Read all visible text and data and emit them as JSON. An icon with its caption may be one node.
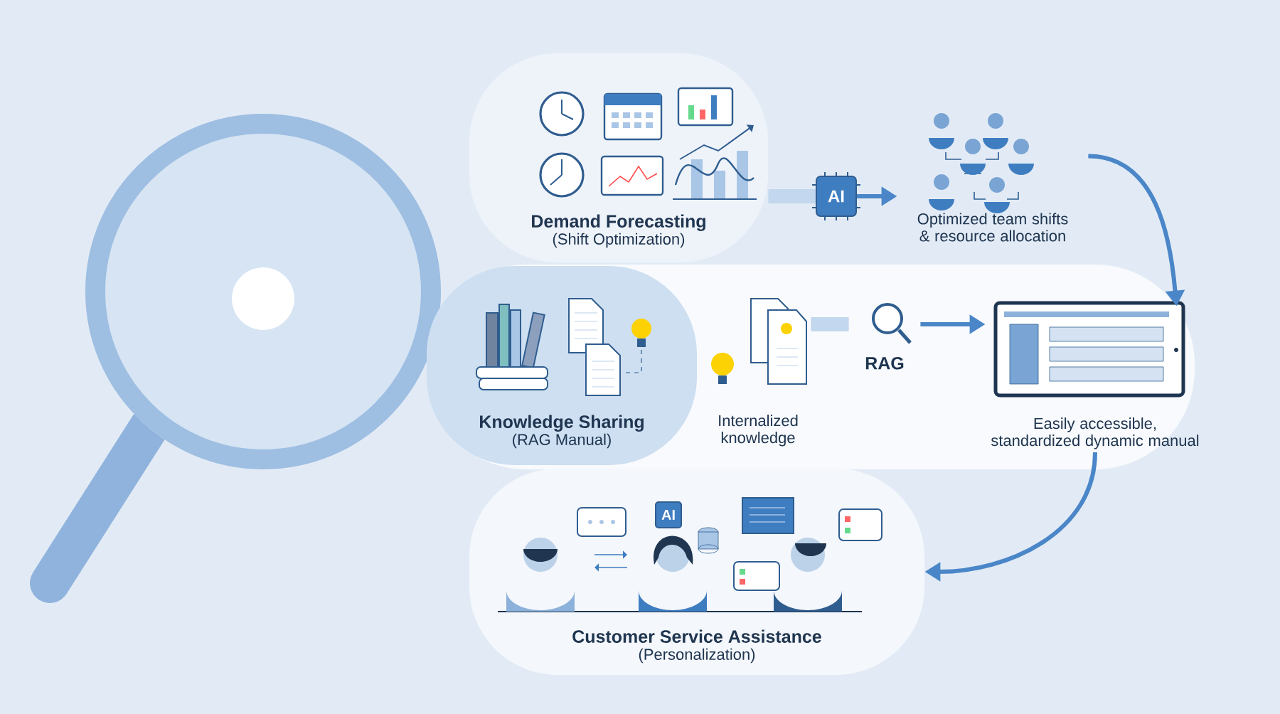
{
  "diagram": {
    "nodes": [
      {
        "text": [
          "Demand Forecasting",
          "(Shift Optimization)"
        ]
      },
      {
        "text": [
          "AI"
        ]
      },
      {
        "text": [
          "Optimized team shifts & resource allocation"
        ]
      },
      {
        "text": [
          "Knowledge Sharing",
          "(RAG Manual)"
        ]
      },
      {
        "text": [
          "Internalized knowledge"
        ]
      },
      {
        "text": [
          "RAG"
        ]
      },
      {
        "text": [
          "Easily accessible, standardized dynamic manual"
        ]
      },
      {
        "text": [
          "Customer Service Assistance",
          "(Personalization)"
        ]
      }
    ],
    "edges": [
      {
        "from": 0,
        "to": 1,
        "arrow": "none",
        "style": "thick",
        "color": "#c3d7ee"
      },
      {
        "from": 1,
        "to": 2,
        "arrow": "to"
      },
      {
        "from": 2,
        "to": 6,
        "arrow": "to"
      },
      {
        "from": 4,
        "to": 5,
        "arrow": "none",
        "style": "thick",
        "color": "#c3d7ee"
      },
      {
        "from": 5,
        "to": 6,
        "arrow": "to"
      },
      {
        "from": 6,
        "to": 7,
        "arrow": "to"
      }
    ],
    "labels": [
      "AI"
    ]
  }
}
